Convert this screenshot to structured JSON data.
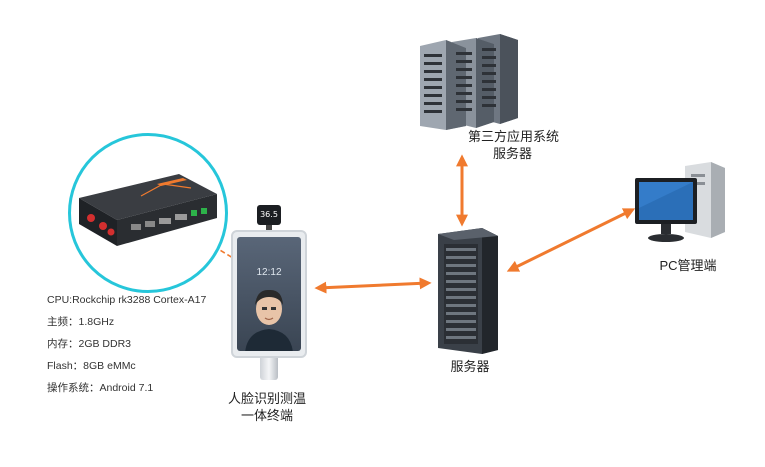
{
  "colors": {
    "arrow": "#f07a2e",
    "circle_border": "#26c6da",
    "dashed_line": "#f07a2e",
    "server_dark": "#2f343b",
    "monitor_blue": "#2b6fb8"
  },
  "nodes": {
    "third_party_server": {
      "label_line1": "第三方应用系统",
      "label_line2": "服务器",
      "icon": "server-rack-icon"
    },
    "server": {
      "label": "服务器",
      "icon": "server-tower-icon"
    },
    "pc_client": {
      "label": "PC管理端",
      "icon": "desktop-computer-icon"
    },
    "terminal": {
      "label_line1": "人脸识别测温",
      "label_line2": "一体终端",
      "temperature_display": "36.5",
      "clock_display": "12:12",
      "icon": "face-terminal-icon"
    },
    "board": {
      "icon": "mainboard-device-icon"
    }
  },
  "specs": [
    "CPU:Rockchip rk3288 Cortex-A17",
    "主频：1.8GHz",
    "内存：2GB DDR3",
    "Flash：8GB eMMc",
    "操作系统：Android 7.1"
  ]
}
